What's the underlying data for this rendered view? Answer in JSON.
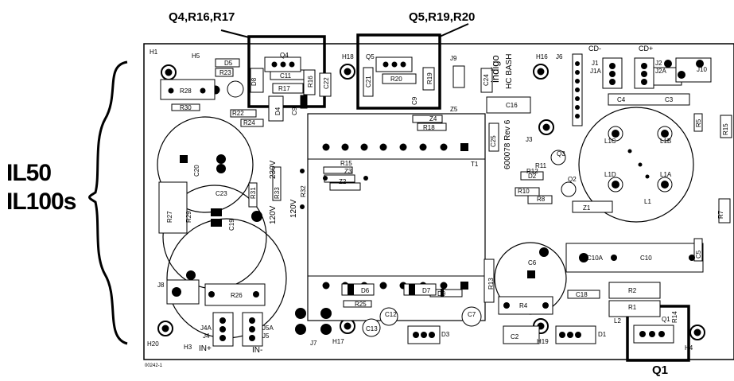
{
  "callouts": {
    "top_left": "Q4,R16,R17",
    "top_mid": "Q5,R19,R20",
    "bottom_right": "Q1"
  },
  "side_label": {
    "line1": "IL50",
    "line2": "IL100s"
  },
  "board": {
    "brand": "indigo",
    "brand_sub": "HC BASH",
    "part_no": "600078 Rev 6",
    "drawing_no": "00242-1",
    "voltage_230": "230V",
    "voltage_120a": "120V",
    "voltage_120b": "120V",
    "in_plus": "IN+",
    "in_minus": "IN-",
    "cd_minus": "CD-",
    "cd_plus": "CD+"
  },
  "refs": {
    "H1": "H1",
    "H5": "H5",
    "D5": "D5",
    "R23": "R23",
    "R28": "R28",
    "R30": "R30",
    "Q4": "Q4",
    "D8": "D8",
    "C11": "C11",
    "R17": "R17",
    "R16": "R16",
    "C22": "C22",
    "D4": "D4",
    "C9": "C9",
    "R22": "R22",
    "R24": "R24",
    "H18": "H18",
    "Q5": "Q5",
    "C21": "C21",
    "R20": "R20",
    "R19": "R19",
    "J9": "J9",
    "C24": "C24",
    "H16": "H16",
    "J6": "J6",
    "J1": "J1",
    "J1A": "J1A",
    "J2": "J2",
    "J2A": "J2A",
    "J10": "J10",
    "C4": "C4",
    "C3": "C3",
    "R5": "R5",
    "R15b": "R15",
    "Z5": "Z5",
    "Z4": "Z4",
    "R18": "R18",
    "C16": "C16",
    "J3": "J3",
    "C25": "C25",
    "T1": "T1",
    "L1C": "L1C",
    "L1B": "L1B",
    "L1D": "L1D",
    "L1A": "L1A",
    "L1": "L1",
    "Q3": "Q3",
    "R12": "R12",
    "R11": "R11",
    "D2": "D2",
    "Q2": "Q2",
    "R10": "R10",
    "R8": "R8",
    "Z1": "Z1",
    "C5": "C5",
    "R7": "R7",
    "C20": "C20",
    "R33": "R33",
    "R32": "R32",
    "R15": "R15",
    "Z3": "Z3",
    "Z2": "Z2",
    "R31": "R31",
    "C23": "C23",
    "C19": "C19",
    "R27": "R27",
    "R29": "R29",
    "D6": "D6",
    "D7": "D7",
    "C6": "C6",
    "C10A": "C10A",
    "C10": "C10",
    "R13": "R13",
    "J8": "J8",
    "R26": "R26",
    "D9": "D9",
    "R25": "R25",
    "C12": "C12",
    "C7": "C7",
    "R4": "R4",
    "C18": "C18",
    "R2": "R2",
    "R1": "R1",
    "R14": "R14",
    "L2": "L2",
    "Q1": "Q1",
    "H4": "H4",
    "H20": "H20",
    "H3": "H3",
    "J4A": "J4A",
    "J4": "J4",
    "J5A": "J5A",
    "J5": "J5",
    "J7": "J7",
    "H17": "H17",
    "C13": "C13",
    "D3": "D3",
    "C2": "C2",
    "H19": "H19",
    "D1": "D1"
  },
  "colors": {
    "ink": "#000000",
    "board": "#ffffff",
    "component_fill": "#e8e8e8"
  }
}
